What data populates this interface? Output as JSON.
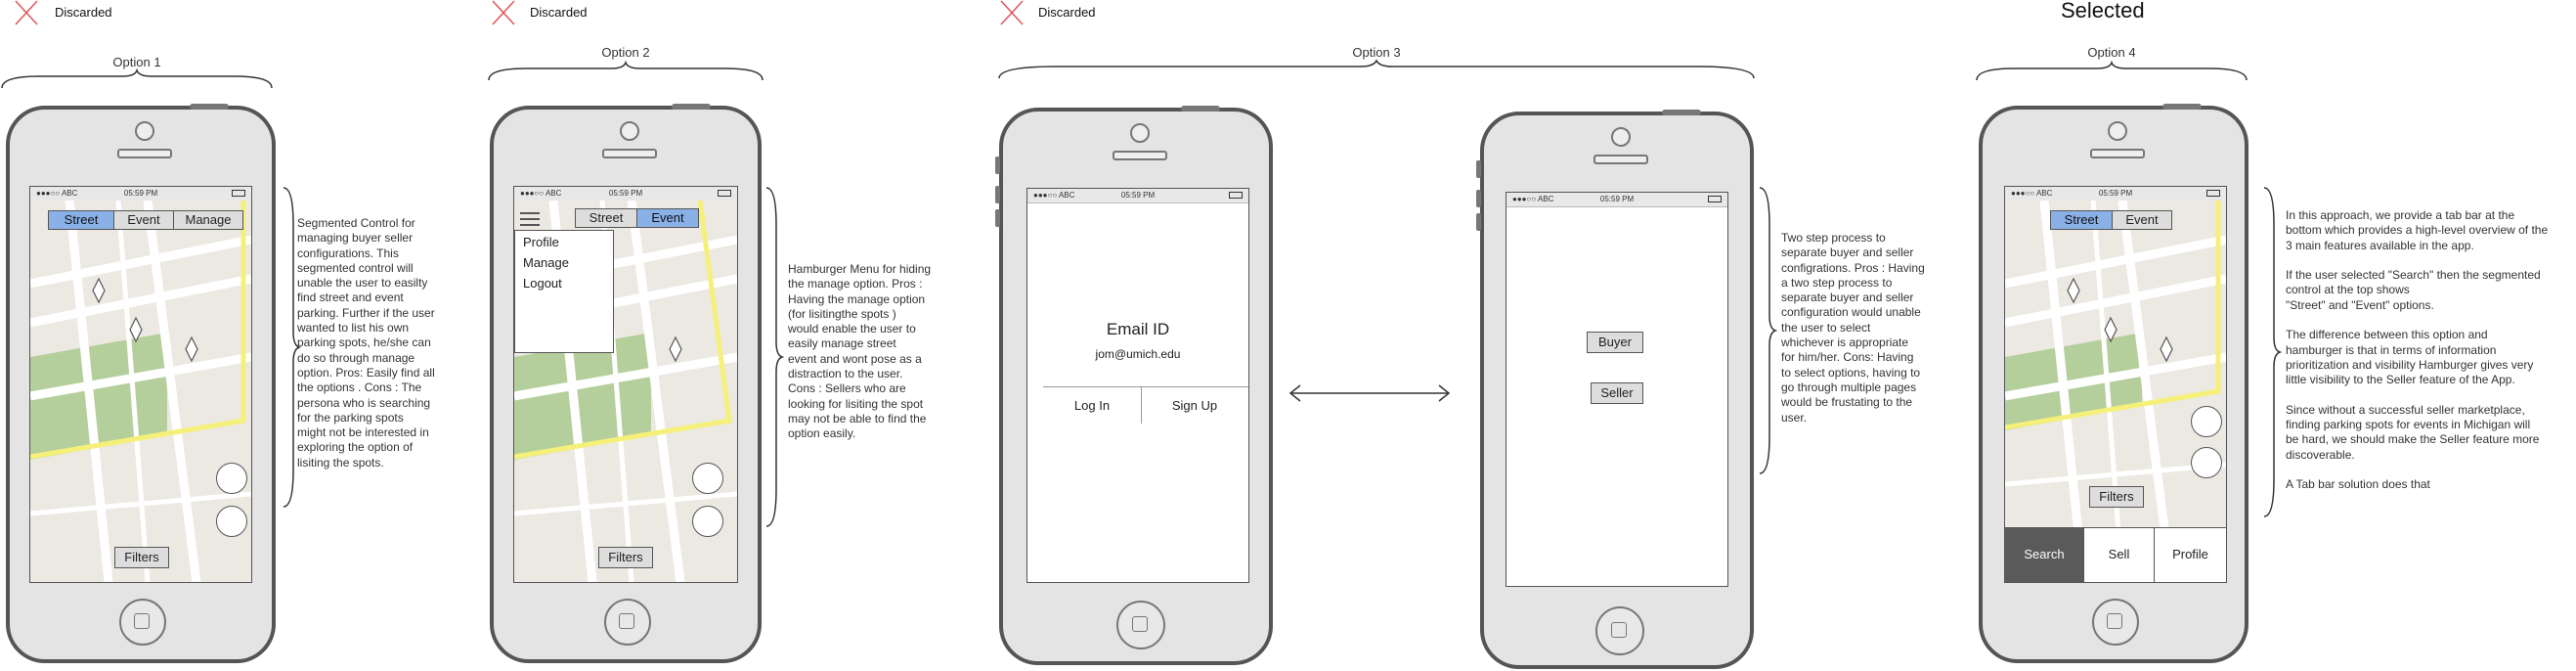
{
  "status_discarded": "Discarded",
  "status_selected": "Selected",
  "options": {
    "opt1": "Option 1",
    "opt2": "Option 2",
    "opt3": "Option 3",
    "opt4": "Option 4"
  },
  "phone_status": {
    "carrier": "●●●○○ ABC",
    "time": "05:59 PM"
  },
  "opt1_screen": {
    "seg": [
      "Street",
      "Event",
      "Manage"
    ],
    "filters": "Filters"
  },
  "opt2_screen": {
    "seg": [
      "Street",
      "Event"
    ],
    "menu": [
      "Profile",
      "Manage",
      "Logout"
    ],
    "filters": "Filters"
  },
  "opt3a_screen": {
    "email_label": "Email ID",
    "email_value": "jom@umich.edu",
    "login": "Log In",
    "signup": "Sign Up"
  },
  "opt3b_screen": {
    "buyer": "Buyer",
    "seller": "Seller"
  },
  "opt4_screen": {
    "seg": [
      "Street",
      "Event"
    ],
    "filters": "Filters",
    "tabs": [
      "Search",
      "Sell",
      "Profile"
    ]
  },
  "desc1": [
    "Segmented Control for",
    "managing buyer seller",
    "configurations. This",
    "segmented control will",
    "unable the user to easilty",
    "find street and event",
    "parking. Further if the user",
    "wanted to list his own",
    "parking spots, he/she can",
    "do so through manage",
    "option. Pros: Easily find all",
    "the options . Cons : The",
    "persona who is searching",
    "for the parking spots",
    "might not be interested in",
    "exploring the option of",
    "lisiting the spots."
  ],
  "desc2": [
    "Hamburger Menu for hiding",
    "the manage option. Pros :",
    "Having the manage option",
    "(for lisitingthe spots )",
    "would enable the user to",
    "easily manage street",
    "event and wont pose as a",
    "distraction to the user.",
    "Cons : Sellers who are",
    "looking for lisiting the spot",
    "may not be able to find the",
    "option easily."
  ],
  "desc3": [
    "Two step process to",
    "separate buyer and seller",
    "configrations. Pros : Having",
    "a two step process to",
    "separate buyer and seller",
    "configuration would unable",
    "the user to select",
    "whichever is appropriate",
    "for him/her. Cons: Having",
    "to select options, having to",
    "go through multiple pages",
    "would be frustating to the",
    "user."
  ],
  "desc4": [
    "In this approach, we provide a tab bar at the",
    "bottom which provides a high-level overview of the",
    "3 main features available in the app.",
    "",
    "If the user selected \"Search\" then the segmented",
    "control at the top shows",
    "\"Street\" and \"Event\" options.",
    "",
    "The difference between this option and",
    "hamburger is that in terms of information",
    "prioritization and visibility Hamburger gives very",
    "little visibility to the Seller feature of the App.",
    "",
    "Since without a successful seller marketplace,",
    "finding parking spots for events in Michigan will",
    "be hard, we should make the Seller feature more",
    "discoverable.",
    "",
    "A Tab bar solution does that"
  ],
  "colors": {
    "selected_segment": "#8ab0e8",
    "discard_x": "#e05555",
    "map_green": "#b5cf9c",
    "map_yellow": "#f5f07a",
    "selected_tab": "#5a5a5a"
  }
}
